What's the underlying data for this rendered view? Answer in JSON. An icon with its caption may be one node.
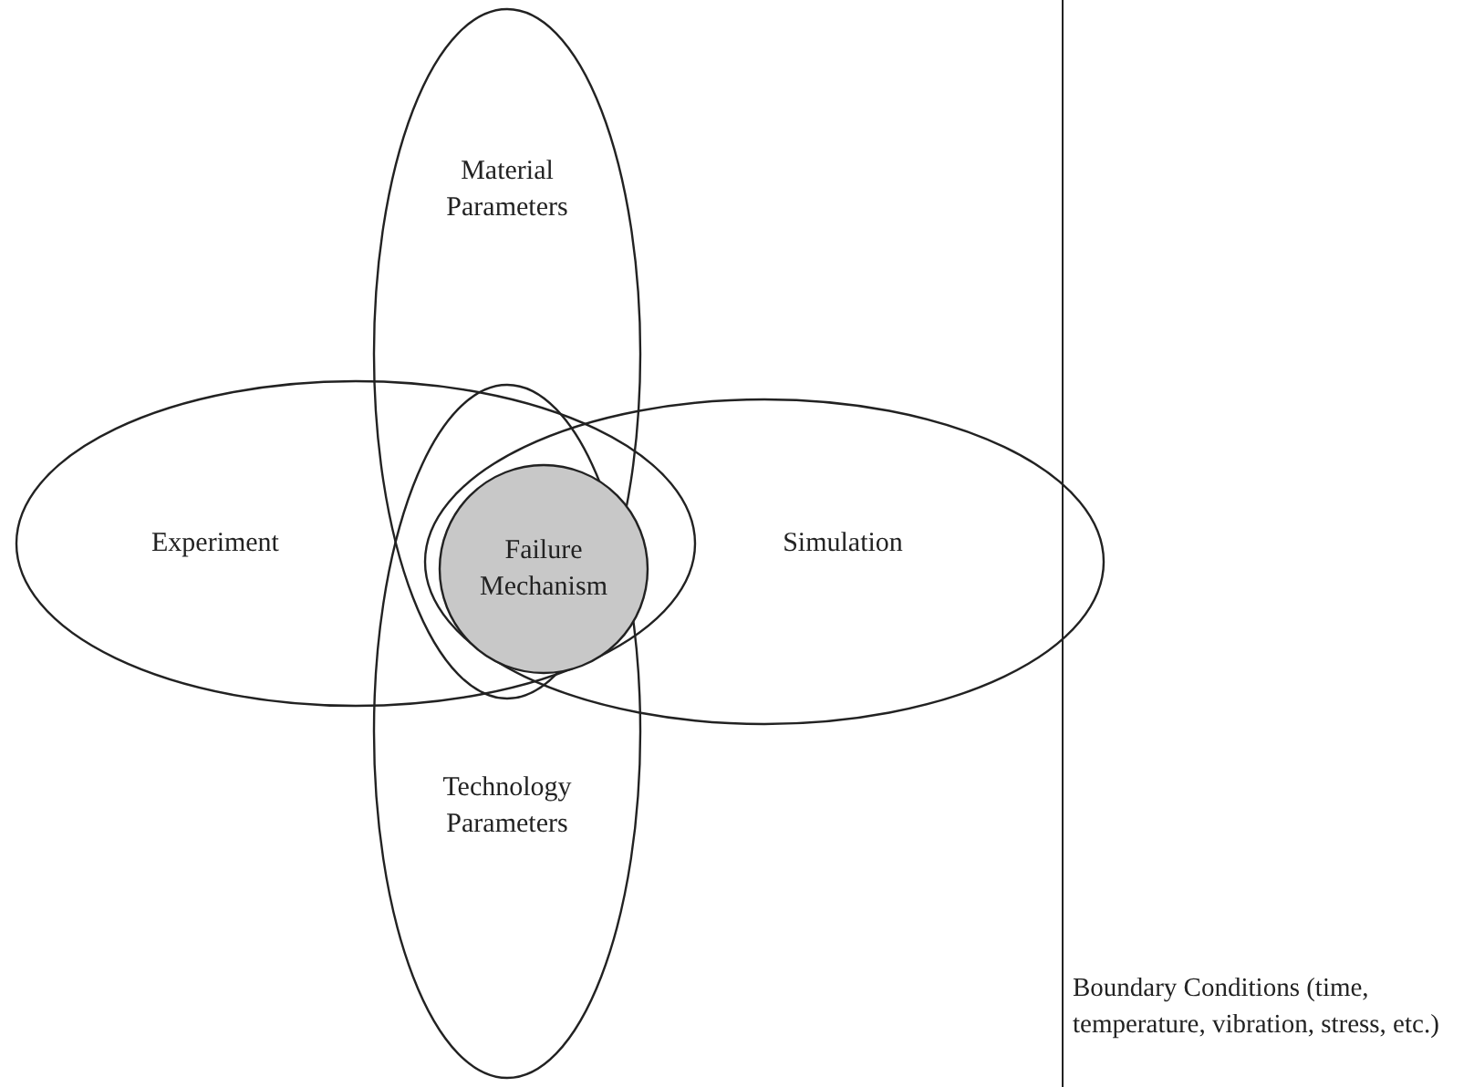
{
  "diagram": {
    "nodes": [
      {
        "text": [
          "Material Parameters"
        ]
      },
      {
        "text": [
          "Experiment"
        ]
      },
      {
        "text": [
          "Failure Mechanism"
        ]
      },
      {
        "text": [
          "Simulation"
        ]
      },
      {
        "text": [
          "Technology Parameters"
        ]
      }
    ],
    "labels": [
      "Boundary Conditions (time, temperature, vibration, stress, etc.)"
    ]
  }
}
